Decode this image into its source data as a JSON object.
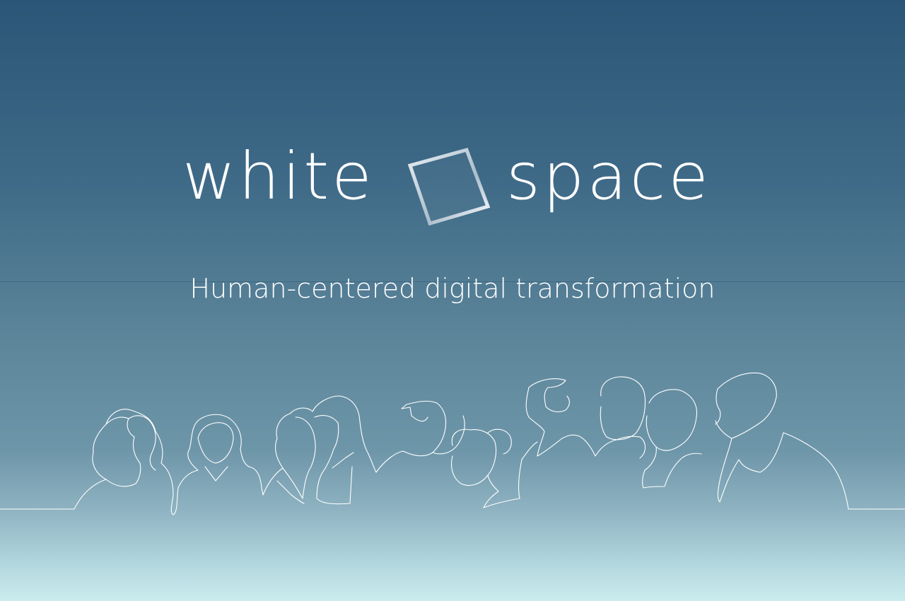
{
  "brand": {
    "word_left": "white",
    "word_right": "space",
    "mark_icon": "tilted-square-icon"
  },
  "tagline": "Human-centered digital transformation",
  "illustration": {
    "icon": "people-line-art-icon"
  },
  "colors": {
    "gradient_top": "#2b5677",
    "gradient_middle": "#5b8499",
    "gradient_bottom": "#cbecee",
    "text": "#ffffff"
  }
}
